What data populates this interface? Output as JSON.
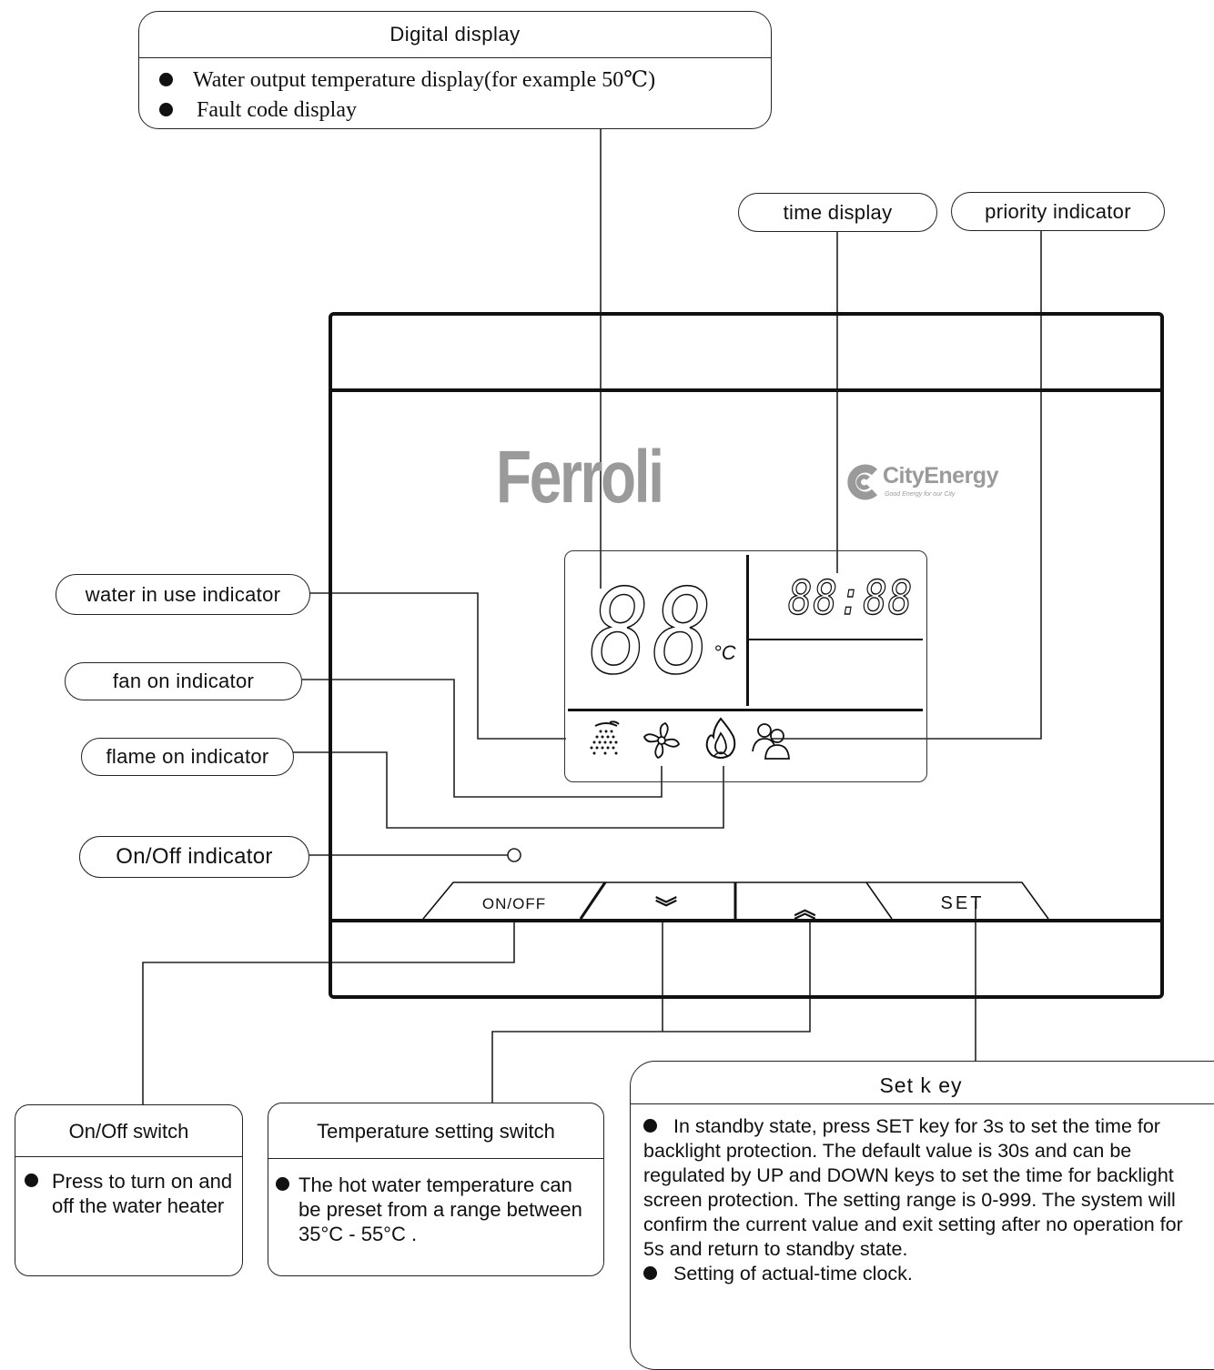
{
  "digital_display": {
    "title": "Digital display",
    "items": [
      "Water output temperature display(for example 50℃)",
      "Fault code display"
    ]
  },
  "labels": {
    "time_display": "time display",
    "priority_indicator": "priority indicator",
    "water_in_use": "water in use indicator",
    "fan_on": "fan on indicator",
    "flame_on": "flame on indicator",
    "on_off_indicator": "On/Off indicator"
  },
  "brand": {
    "ferroli": "Ferroli",
    "city_energy": "CityEnergy",
    "city_energy_tagline": "Good Energy for our City"
  },
  "lcd": {
    "temp_digits": "88",
    "temp_unit": "°C",
    "time_digits": "88:88"
  },
  "buttons": {
    "on_off": "ON/OFF",
    "down": "︾",
    "up": "︽",
    "set": "SET"
  },
  "on_off_switch": {
    "title": "On/Off switch",
    "text": "Press  to turn on and off the water heater"
  },
  "temperature_switch": {
    "title": "Temperature setting switch",
    "text": "The hot water temperature can be preset from a range between 35°C - 55°C ."
  },
  "set_key": {
    "title": "Set k ey",
    "items": [
      "In standby state, press SET key for 3s to set the time for backlight protection. The default value is 30s and can be regulated by UP and DOWN keys to set the time for backlight screen protection. The setting range is 0-999. The system will confirm the current value and exit setting after no operation for 5s and return to standby state.",
      "Setting of actual-time clock."
    ]
  },
  "colors": {
    "line": "#222222",
    "logo_gray": "#9a9a9a"
  }
}
